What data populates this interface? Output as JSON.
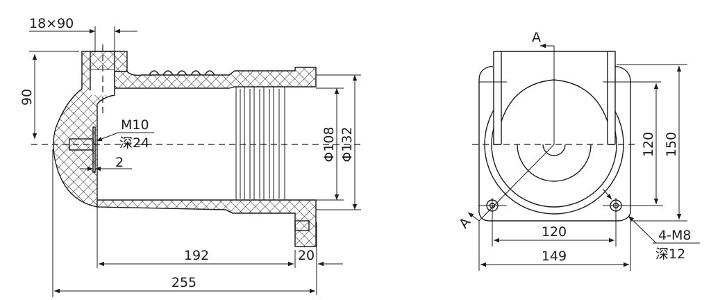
{
  "side_view": {
    "dim_slot": "18×90",
    "dim_height": "90",
    "thread_label": "M10",
    "thread_depth": "深24",
    "dim_plate": "2",
    "dim_inner_dia": "Φ108",
    "dim_outer_dia": "Φ132",
    "dim_body_length": "192",
    "dim_flange": "20",
    "dim_total_length": "255"
  },
  "front_view": {
    "section_mark_top": "A",
    "section_mark_bottom": "A",
    "dim_hole_spacing_v": "120",
    "dim_height": "150",
    "dim_hole_spacing_h": "120",
    "dim_width": "149",
    "hole_label": "4-M8",
    "hole_depth": "深12"
  },
  "colors": {
    "line": "#1a1a1a",
    "background": "#ffffff"
  }
}
